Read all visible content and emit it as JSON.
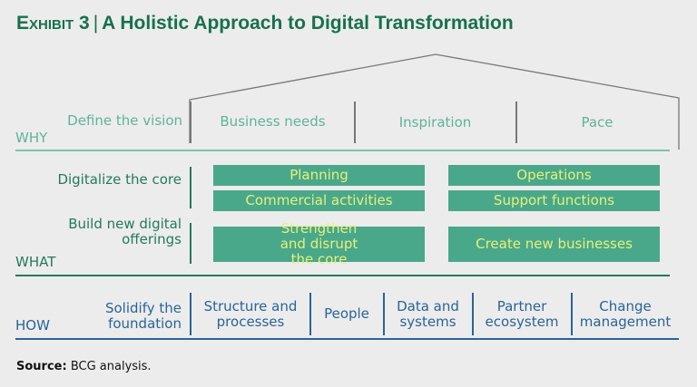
{
  "title": {
    "prefix": "Exhibit 3",
    "separator": "|",
    "text": "A Holistic Approach to Digital Transformation"
  },
  "why": {
    "level": "WHY",
    "label": "Define the vision",
    "items": [
      "Business needs",
      "Inspiration",
      "Pace"
    ]
  },
  "what": {
    "level": "WHAT",
    "label_core": "Digitalize the core",
    "label_new": "Build new digital offerings",
    "boxes": [
      "Planning",
      "Operations",
      "Commercial activities",
      "Support functions",
      "Strengthen and disrupt the core",
      "Create new businesses"
    ]
  },
  "how": {
    "level": "HOW",
    "label": "Solidify the foundation",
    "items": [
      "Structure and processes",
      "People",
      "Data and systems",
      "Partner ecosystem",
      "Change management"
    ]
  },
  "source": {
    "label": "Source:",
    "text": "BCG analysis."
  },
  "colors": {
    "title": "#17704f",
    "why": "#5fb39a",
    "what": "#237a5e",
    "how": "#2a6496",
    "box": "#4aa88a",
    "box_text": "#e6f07a"
  }
}
